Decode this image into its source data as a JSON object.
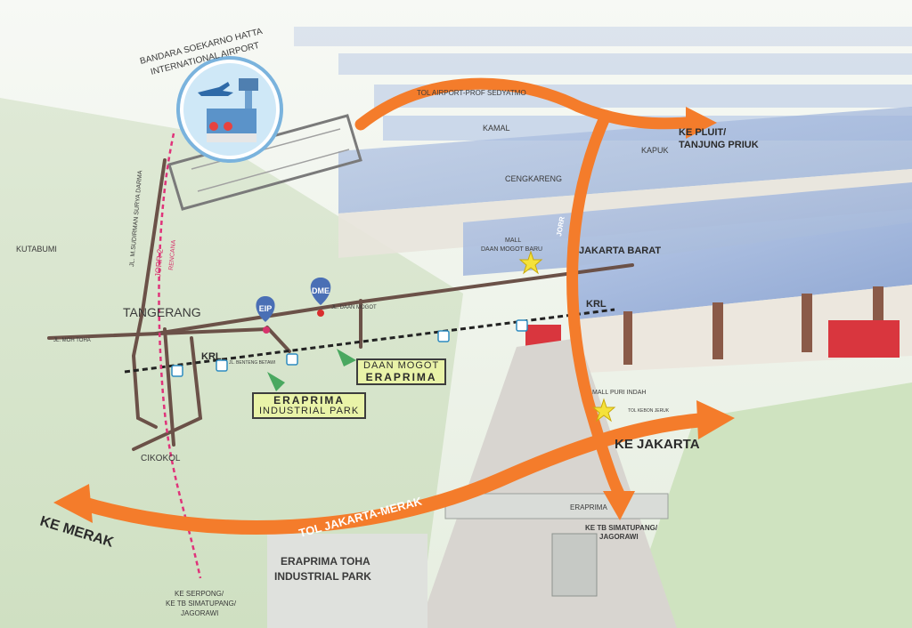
{
  "map": {
    "airport_label_line1": "BANDARA SOEKARNO HATTA",
    "airport_label_line2": "INTERNATIONAL AIRPORT",
    "toll_airport": "TOL AIRPORT-PROF SEDYATMO",
    "kamal": "KAMAL",
    "kapuk": "KAPUK",
    "cengkareng": "CENGKARENG",
    "pluit_line1": "KE PLUIT/",
    "pluit_line2": "TANJUNG PRIUK",
    "kutabumi": "KUTABUMI",
    "jl_m_sudirman": "JL. M.SUDIRMAN SURYA DARMA",
    "jorr2": "JORR 2",
    "rencana": "RENCANA",
    "mall_daan_mogot_line1": "MALL",
    "mall_daan_mogot_line2": "DAAN MOGOT BARU",
    "jakarta_barat": "JAKARTA BARAT",
    "jorr": "JORR",
    "tangerang": "TANGERANG",
    "jl_daan_mogot": "JL. DAAN MOGOT",
    "krl_right": "KRL",
    "krl_left": "KRL",
    "jl_moh_toha": "JL. MOH TOHA",
    "jl_benteng_betawi": "JL. BENTENG BETAWI",
    "pin_eip": "EIP",
    "pin_dme": "DME",
    "daan_mogot_box_line1": "DAAN MOGOT",
    "daan_mogot_box_line2": "ERAPRIMA",
    "eraprima_box_line1": "ERAPRIMA",
    "eraprima_box_line2": "INDUSTRIAL PARK",
    "mall_puri_indah": "MALL PURI INDAH",
    "tol_small": "TOL KEBON JERUK",
    "ke_jakarta": "KE JAKARTA",
    "cikokol": "CIKOKOL",
    "tol_jakarta_merak": "TOL JAKARTA-MERAK",
    "ke_merak": "KE MERAK",
    "ke_tb_right_line1": "KE TB SIMATUPANG/",
    "ke_tb_right_line2": "JAGORAWI",
    "ke_serpong_line1": "KE SERPONG/",
    "ke_serpong_line2": "KE TB SIMATUPANG/",
    "ke_serpong_line3": "JAGORAWI",
    "eraprima_toha_line1": "ERAPRIMA TOHA",
    "eraprima_toha_line2": "INDUSTRIAL PARK",
    "building_sign": "ERAPRIMA"
  },
  "colors": {
    "arrow_orange": "#f47c2b",
    "road_brown": "#6b5148",
    "jorr_pink": "#e0337a",
    "pin_blue": "#4a6fb5",
    "pin_red": "#d92e2e",
    "star_yellow": "#f5e23a",
    "label_box": "#e9f3a8"
  }
}
